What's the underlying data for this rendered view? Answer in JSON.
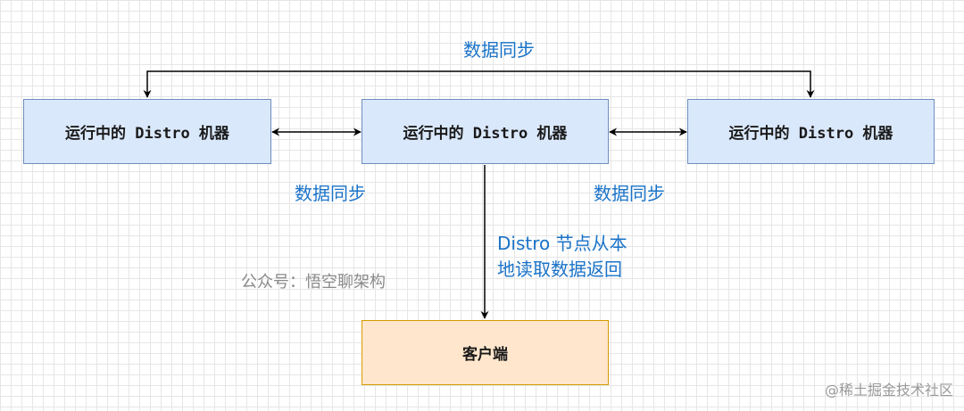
{
  "nodes": {
    "left": "运行中的 Distro 机器",
    "center": "运行中的 Distro 机器",
    "right": "运行中的 Distro 机器",
    "client": "客户端"
  },
  "labels": {
    "top_sync": "数据同步",
    "left_sync": "数据同步",
    "right_sync": "数据同步",
    "read_line1": "Distro 节点从本",
    "read_line2": "地读取数据返回"
  },
  "watermark": "公众号：悟空聊架构",
  "corner_watermark": "@稀土掘金技术社区",
  "colors": {
    "node_fill": "#dae8fc",
    "node_border": "#6c8ebf",
    "client_fill": "#ffe6cc",
    "client_border": "#d79b00",
    "label_text": "#1a73c8"
  }
}
